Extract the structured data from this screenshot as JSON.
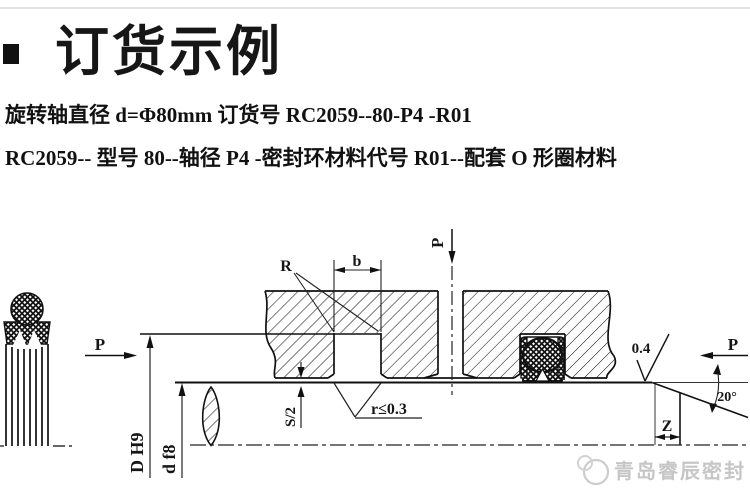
{
  "page": {
    "title": "订货示例"
  },
  "ordering": {
    "line1": "旋转轴直径 d=Φ80mm 订货号 RC2059--80-P4 -R01",
    "line2": "RC2059-- 型号 80--轴径 P4 -密封环材料代号 R01--配套 O 形圈材料"
  },
  "diagram": {
    "labels": {
      "pressure": "P",
      "groove_radius": "R",
      "groove_width": "b",
      "squeeze": "S/2",
      "corner_radius": "r≤0.3",
      "surface_roughness": "0.4",
      "chamfer_angle": "20°",
      "chamfer_length": "Z",
      "housing_bore": "D H9",
      "shaft_diameter": "d f8"
    },
    "watermark": "青岛睿辰密封"
  },
  "colors": {
    "ink": "#1a1a1a",
    "watermark": "#c6c6c6"
  }
}
